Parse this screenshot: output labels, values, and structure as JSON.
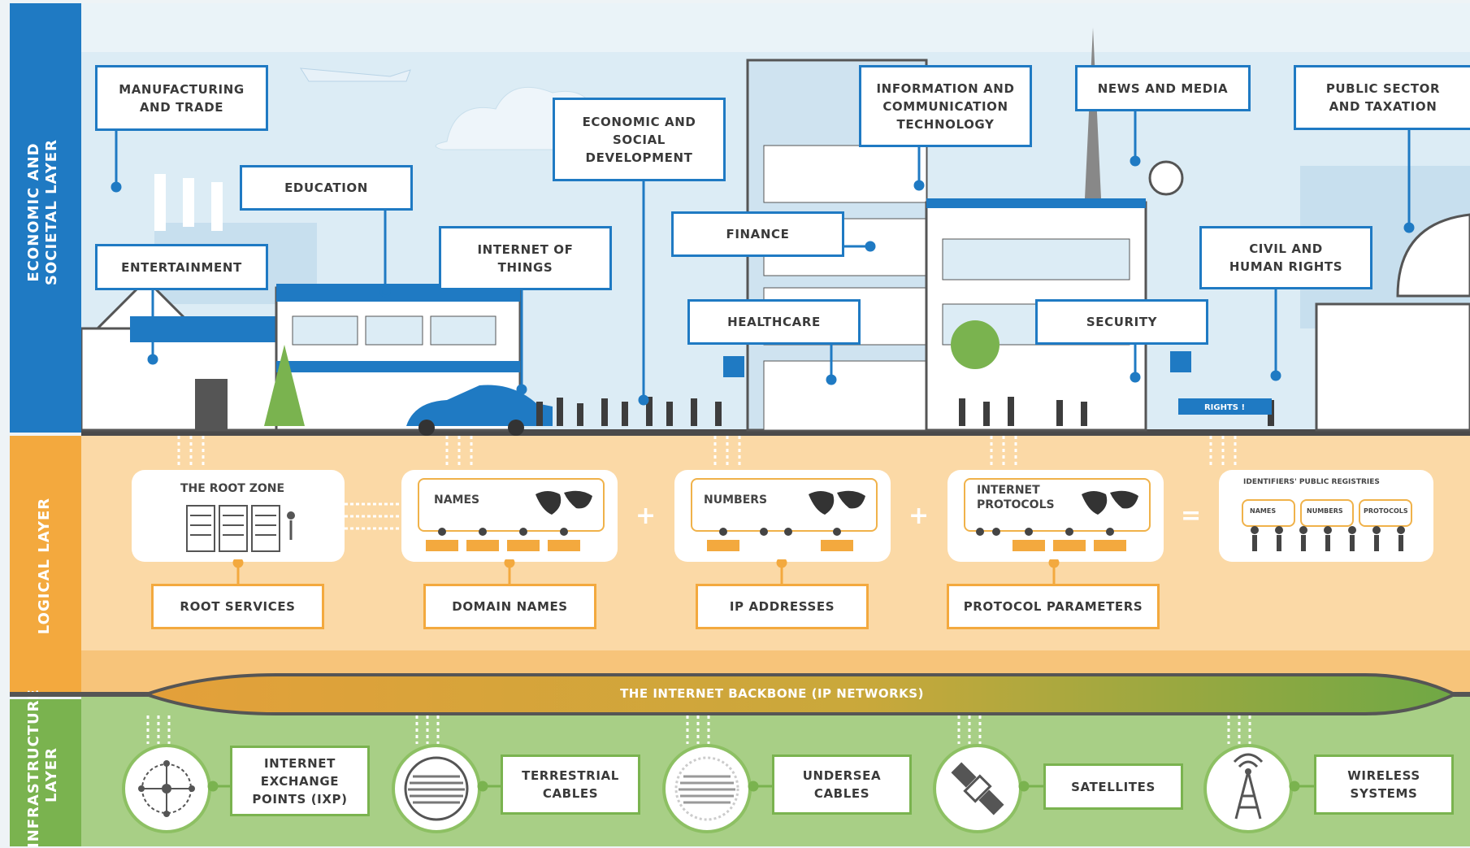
{
  "colors": {
    "blue": "#1f7ac3",
    "orange": "#f3a93e",
    "green": "#7ab34f",
    "sky": "#dcecf5",
    "logical_bg": "#fbd9a6",
    "infra_bg": "#a8cf86"
  },
  "layers": {
    "economic": "ECONOMIC AND\nSOCIETAL LAYER",
    "logical": "LOGICAL LAYER",
    "infrastructure": "INFRASTRUCTURE\nLAYER"
  },
  "economic_labels": {
    "manufacturing": "MANUFACTURING\nAND TRADE",
    "education": "EDUCATION",
    "entertainment": "ENTERTAINMENT",
    "econ_social": "ECONOMIC AND\nSOCIAL\nDEVELOPMENT",
    "iot": "INTERNET OF\nTHINGS",
    "finance": "FINANCE",
    "healthcare": "HEALTHCARE",
    "ict": "INFORMATION AND\nCOMMUNICATION\nTECHNOLOGY",
    "news": "NEWS AND MEDIA",
    "security": "SECURITY",
    "civil": "CIVIL AND\nHUMAN RIGHTS",
    "public": "PUBLIC SECTOR\nAND TAXATION",
    "banner": "RIGHTS !"
  },
  "logical": {
    "root_zone": "THE ROOT ZONE",
    "names": "NAMES",
    "numbers": "NUMBERS",
    "protocols": "INTERNET\nPROTOCOLS",
    "registries_title": "IDENTIFIERS' PUBLIC REGISTRIES",
    "reg_names": "NAMES",
    "reg_numbers": "NUMBERS",
    "reg_protocols": "PROTOCOLS",
    "plus": "+",
    "equals": "=",
    "root_services": "ROOT SERVICES",
    "domain_names": "DOMAIN NAMES",
    "ip_addresses": "IP ADDRESSES",
    "protocol_parameters": "PROTOCOL PARAMETERS"
  },
  "backbone": "THE INTERNET BACKBONE (IP NETWORKS)",
  "infrastructure": {
    "ixp": "INTERNET\nEXCHANGE\nPOINTS (IXP)",
    "terrestrial": "TERRESTRIAL\nCABLES",
    "undersea": "UNDERSEA\nCABLES",
    "satellites": "SATELLITES",
    "wireless": "WIRELESS\nSYSTEMS"
  }
}
